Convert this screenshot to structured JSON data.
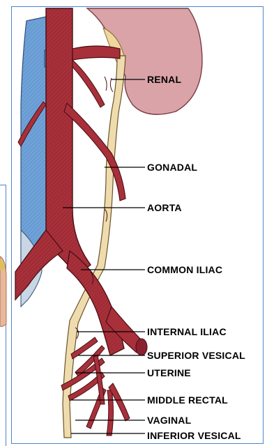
{
  "labels": {
    "renal": "RENAL",
    "gonadal": "GONADAL",
    "aorta": "AORTA",
    "common_iliac": "COMMON ILIAC",
    "internal_iliac": "INTERNAL ILIAC",
    "superior_vesical": "SUPERIOR VESICAL",
    "uterine": "UTERINE",
    "middle_rectal": "MIDDLE RECTAL",
    "vaginal": "VAGINAL",
    "inferior_vesical": "INFERIOR VESICAL"
  },
  "colors": {
    "artery": "#a8303a",
    "artery_dark": "#6e1a22",
    "vein": "#6fa2d8",
    "kidney": "#d9a3a8",
    "ureter": "#efdcae",
    "border": "#4a86c8"
  }
}
